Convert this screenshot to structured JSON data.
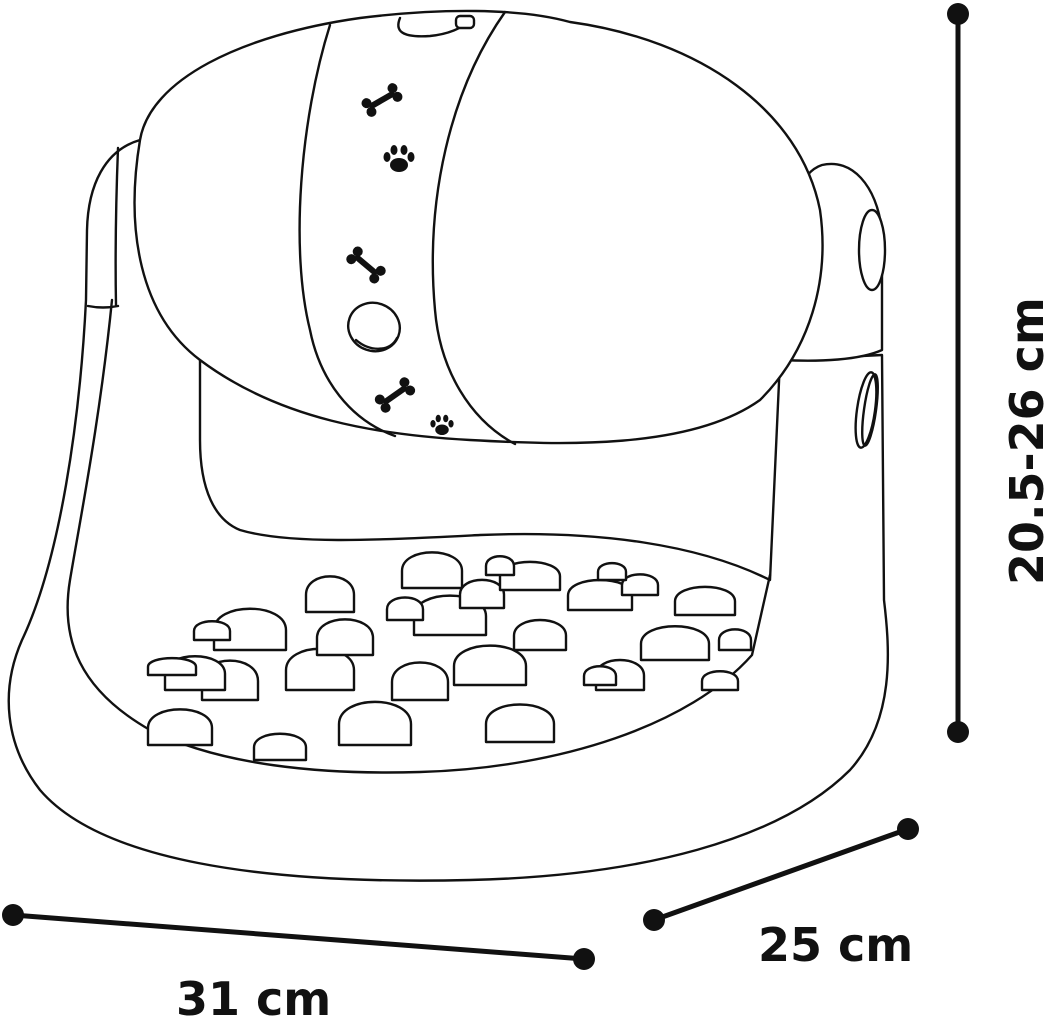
{
  "figure": {
    "subject": "rotating drum slow-feeder dog bowl with bone and paw prints",
    "line_color": "#111111",
    "background": "#ffffff"
  },
  "dimensions": {
    "width": {
      "label": "31 cm",
      "orientation": "horizontal-front"
    },
    "depth": {
      "label": "25 cm",
      "orientation": "diagonal-right"
    },
    "height": {
      "label": "20.5-26 cm",
      "orientation": "vertical"
    }
  },
  "decorations": {
    "icons": [
      "bone-icon",
      "paw-icon",
      "bone-icon",
      "button-icon",
      "bone-icon",
      "paw-icon"
    ]
  }
}
